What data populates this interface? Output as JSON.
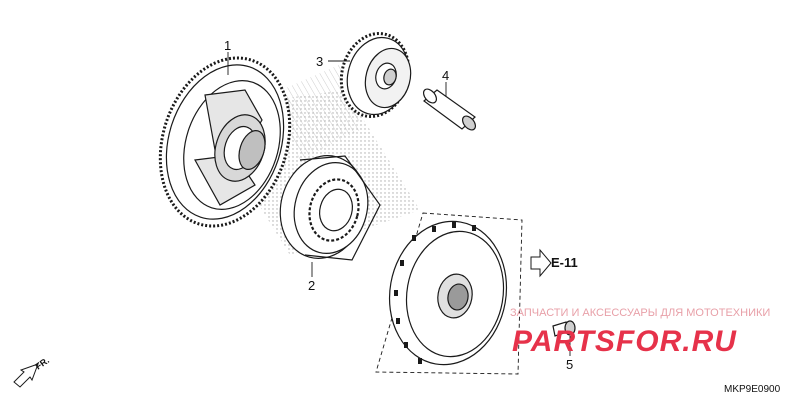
{
  "diagram": {
    "parts": [
      {
        "callout": "1"
      },
      {
        "callout": "2"
      },
      {
        "callout": "3"
      },
      {
        "callout": "4"
      },
      {
        "callout": "5"
      }
    ],
    "reference": "E-11",
    "direction_label": "FR.",
    "diagram_code": "MKP9E0900"
  },
  "watermark": {
    "tagline": "ЗАПЧАСТИ И АКСЕССУАРЫ ДЛЯ МОТОТЕХНИКИ",
    "brand": "PARTSFOR.RU"
  },
  "colors": {
    "line": "#1a1a1a",
    "shade": "#bdbdbd",
    "watermark_brand": "#e6324a",
    "watermark_text": "#e8a0a8"
  }
}
